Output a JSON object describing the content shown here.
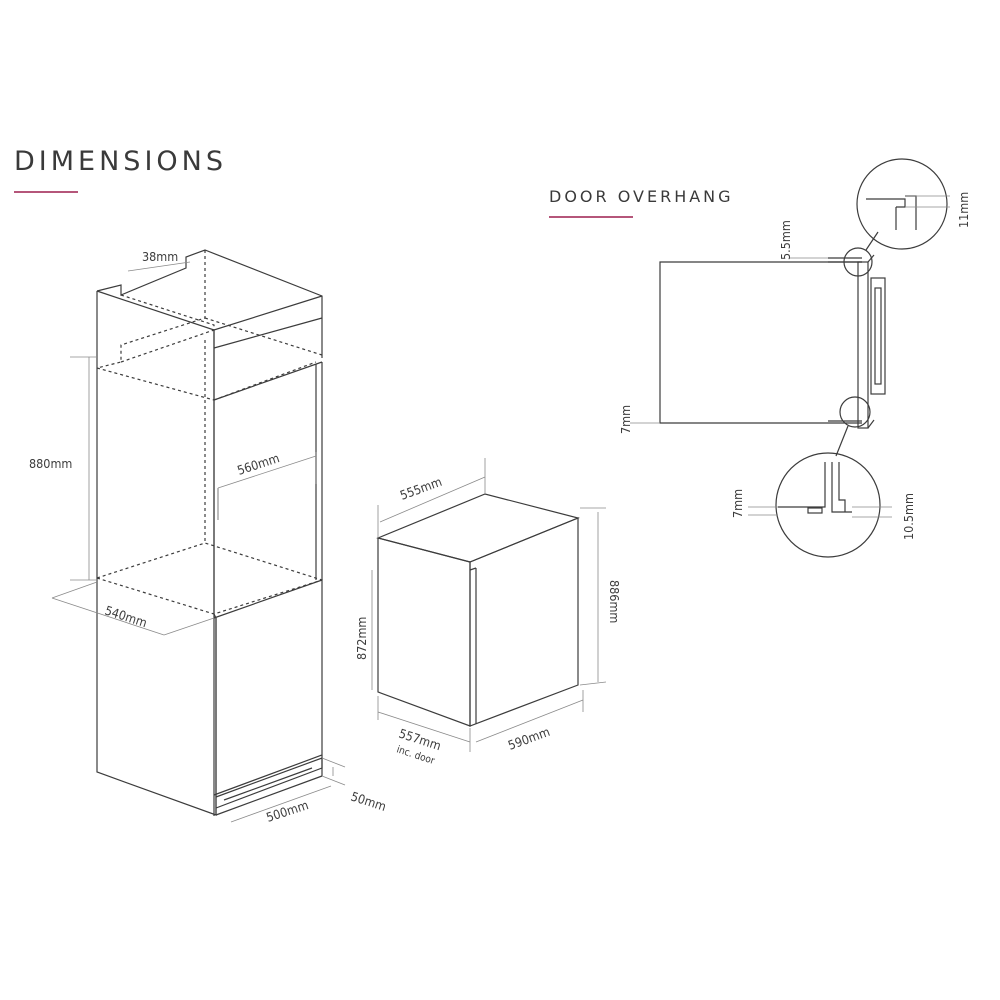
{
  "title": "DIMENSIONS",
  "subtitle": "DOOR OVERHANG",
  "colors": {
    "accent": "#b5567a",
    "line": "#3c3c3c",
    "dimension": "#8a8a8a"
  },
  "tall_unit": {
    "dim_top_depth": "38mm",
    "dim_height": "880mm",
    "dim_inner_width": "560mm",
    "dim_depth": "540mm",
    "dim_plinth_height": "50mm",
    "dim_plinth_depth": "500mm"
  },
  "appliance": {
    "dim_width_top": "555mm",
    "dim_height_front": "872mm",
    "dim_height_rear": "886mm",
    "dim_depth": "557mm",
    "dim_depth_note": "inc. door",
    "dim_width": "590mm"
  },
  "door_overhang": {
    "dim_top_gap": "5.5mm",
    "dim_top_detail": "11mm",
    "dim_bottom": "7mm",
    "dim_bottom_detail_left": "7mm",
    "dim_bottom_detail_right": "10.5mm"
  }
}
